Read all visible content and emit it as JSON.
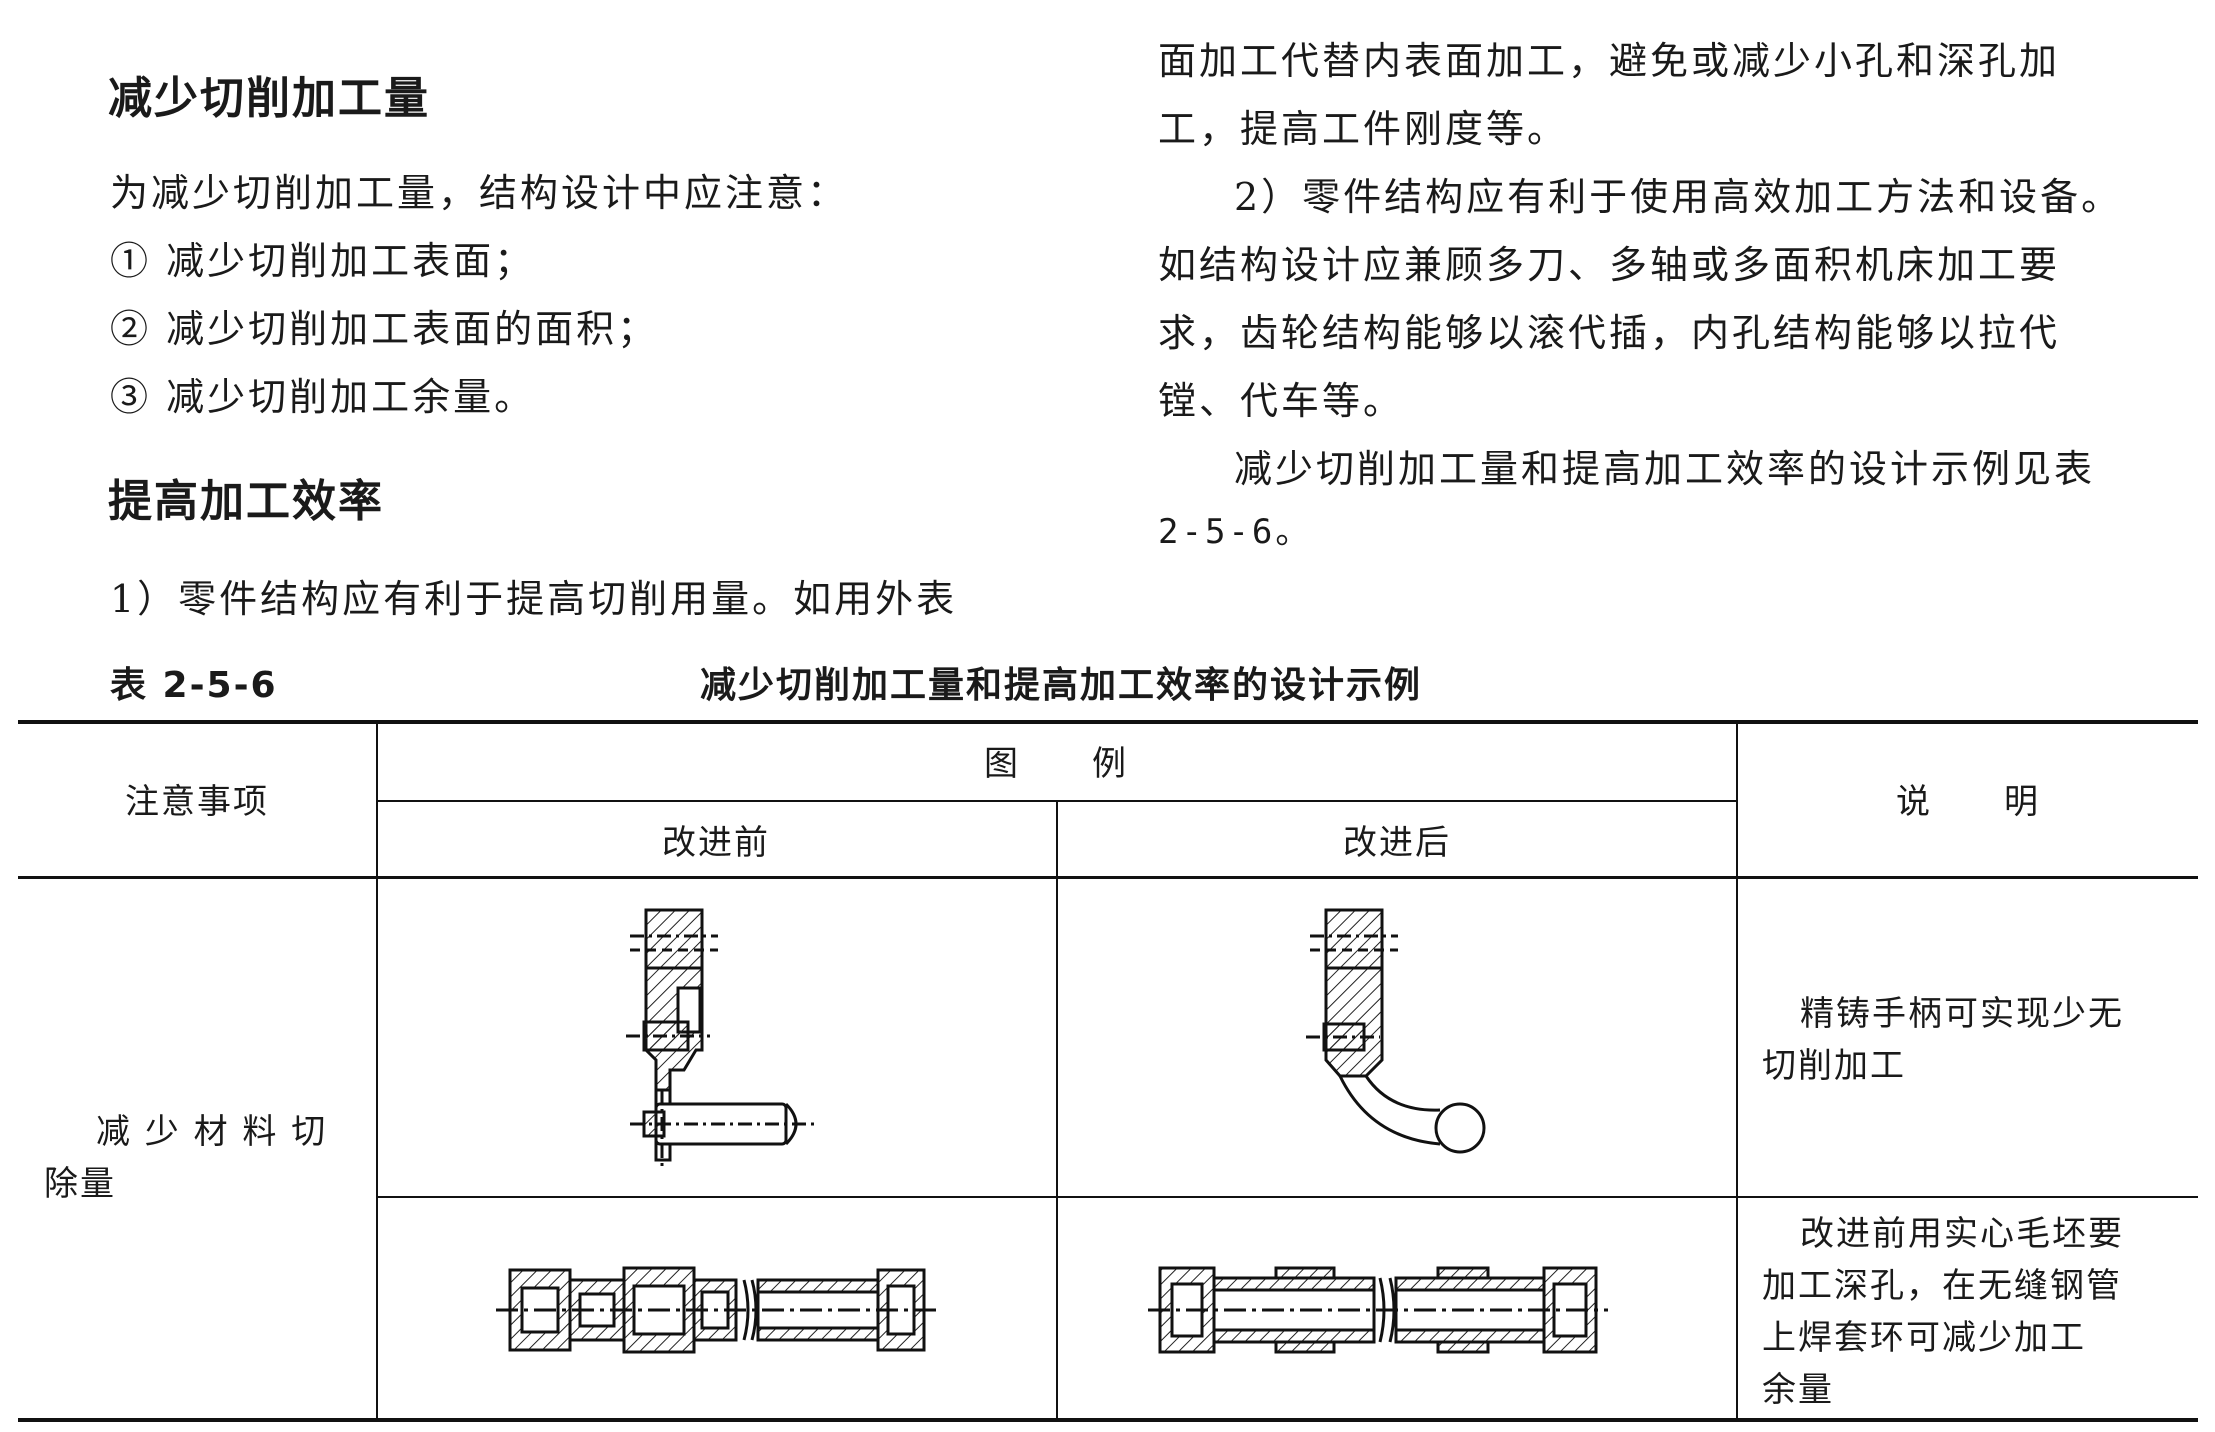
{
  "left_column": {
    "heading1": "减少切削加工量",
    "intro": "为减少切削加工量，结构设计中应注意：",
    "items": [
      "① 减少切削加工表面；",
      "② 减少切削加工表面的面积；",
      "③ 减少切削加工余量。"
    ],
    "heading2": "提高加工效率",
    "para1_start": "1）零件结构应有利于提高切削用量。如用外表"
  },
  "right_column": {
    "lines": [
      "面加工代替内表面加工，避免或减少小孔和深孔加",
      "工，提高工件刚度等。",
      "2）零件结构应有利于使用高效加工方法和设备。",
      "如结构设计应兼顾多刀、多轴或多面积机床加工要",
      "求，齿轮结构能够以滚代插，内孔结构能够以拉代",
      "镗、代车等。",
      "减少切削加工量和提高加工效率的设计示例见表",
      "2-5-6。"
    ]
  },
  "table": {
    "number": "表 2-5-6",
    "title": "减少切削加工量和提高加工效率的设计示例",
    "header": {
      "col_notes": "注意事项",
      "col_figures": "图　　例",
      "col_before": "改进前",
      "col_after": "改进后",
      "col_desc": "说　　明"
    },
    "rows": [
      {
        "desc_lines": [
          "精铸手柄可实现少无",
          "切削加工"
        ]
      },
      {
        "desc_lines": [
          "改进前用实心毛坯要",
          "加工深孔，在无缝钢管",
          "上焊套环可减少加工",
          "余量"
        ]
      }
    ],
    "merged_note_lines": [
      "减 少 材 料 切",
      "除量"
    ]
  }
}
